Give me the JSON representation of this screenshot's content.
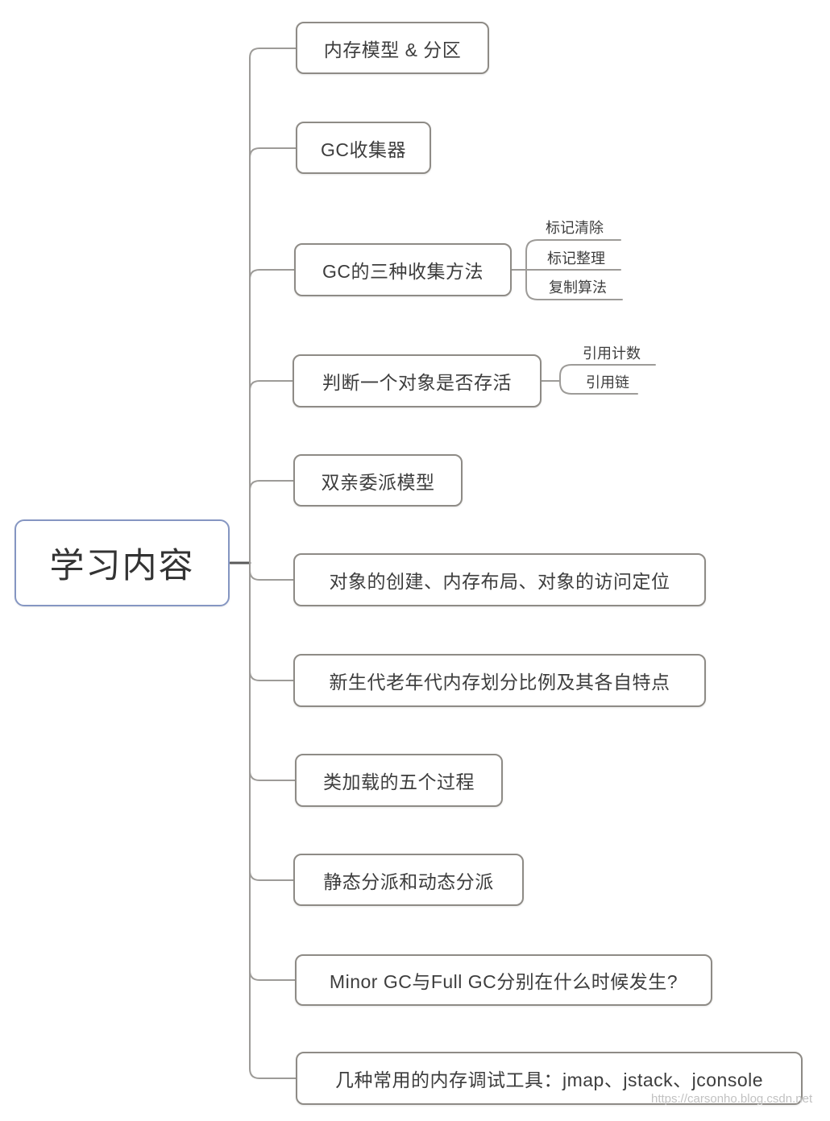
{
  "root": {
    "label": "学习内容"
  },
  "topics": [
    {
      "label": "内存模型 & 分区",
      "children": []
    },
    {
      "label": "GC收集器",
      "children": []
    },
    {
      "label": "GC的三种收集方法",
      "children": [
        "标记清除",
        "标记整理",
        "复制算法"
      ]
    },
    {
      "label": "判断一个对象是否存活",
      "children": [
        "引用计数",
        "引用链"
      ]
    },
    {
      "label": "双亲委派模型",
      "children": []
    },
    {
      "label": "对象的创建、内存布局、对象的访问定位",
      "children": []
    },
    {
      "label": "新生代老年代内存划分比例及其各自特点",
      "children": []
    },
    {
      "label": "类加载的五个过程",
      "children": []
    },
    {
      "label": "静态分派和动态分派",
      "children": []
    },
    {
      "label": "Minor GC与Full GC分别在什么时候发生?",
      "children": []
    },
    {
      "label": "几种常用的内存调试工具：jmap、jstack、jconsole",
      "children": []
    }
  ],
  "watermark": {
    "text": "https://carsonho.blog.csdn.net"
  },
  "colors": {
    "node_border": "#8e8b86",
    "root_border": "#8596c2",
    "connector": "#9d9b98",
    "root_connector": "#5a5a5a",
    "text": "#3d3d3d",
    "watermark_text": "#b2b2b2"
  }
}
